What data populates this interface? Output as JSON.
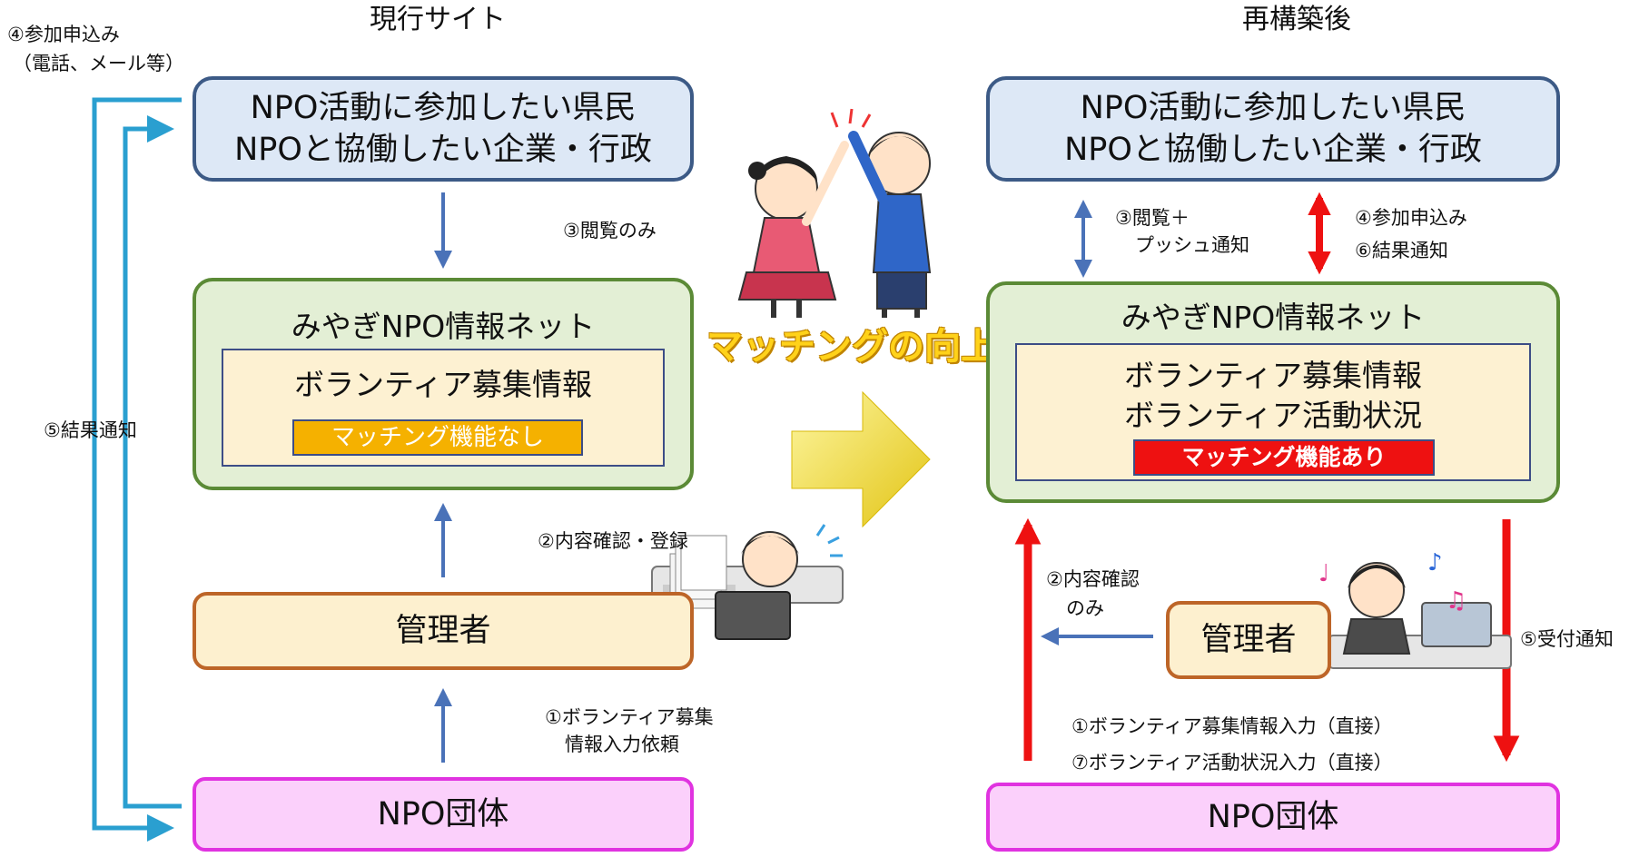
{
  "left": {
    "title": "現行サイト",
    "users_box": {
      "line1": "NPO活動に参加したい県民",
      "line2": "NPOと協働したい企業・行政"
    },
    "site_box": {
      "name": "みやぎNPO情報ネット",
      "inner": "ボランティア募集情報",
      "badge": "マッチング機能なし"
    },
    "admin_box": "管理者",
    "npo_box": "NPO団体",
    "labels": {
      "apply_l1": "④参加申込み",
      "apply_l2": "（電話、メール等）",
      "view": "③閲覧のみ",
      "result": "⑤結果通知",
      "confirm": "②内容確認・登録",
      "input_l1": "①ボランティア募集",
      "input_l2": "情報入力依頼"
    }
  },
  "center": {
    "matching_text": "マッチングの向上"
  },
  "right": {
    "title": "再構築後",
    "users_box": {
      "line1": "NPO活動に参加したい県民",
      "line2": "NPOと協働したい企業・行政"
    },
    "site_box": {
      "name": "みやぎNPO情報ネット",
      "inner1": "ボランティア募集情報",
      "inner2": "ボランティア活動状況",
      "badge": "マッチング機能あり"
    },
    "admin_box": "管理者",
    "npo_box": "NPO団体",
    "labels": {
      "view_l1": "③閲覧＋",
      "view_l2": "プッシュ通知",
      "apply": "④参加申込み",
      "result": "⑥結果通知",
      "confirm_l1": "②内容確認",
      "confirm_l2": "のみ",
      "accept": "⑤受付通知",
      "input1": "①ボランティア募集情報入力（直接）",
      "input2": "⑦ボランティア活動状況入力（直接）"
    }
  },
  "colors": {
    "cyan_line": "#2a9fd0",
    "blue_arrow": "#4a72b8",
    "red_arrow": "#ee1111",
    "badge_off": "#f5b100",
    "badge_on": "#ee1111"
  }
}
